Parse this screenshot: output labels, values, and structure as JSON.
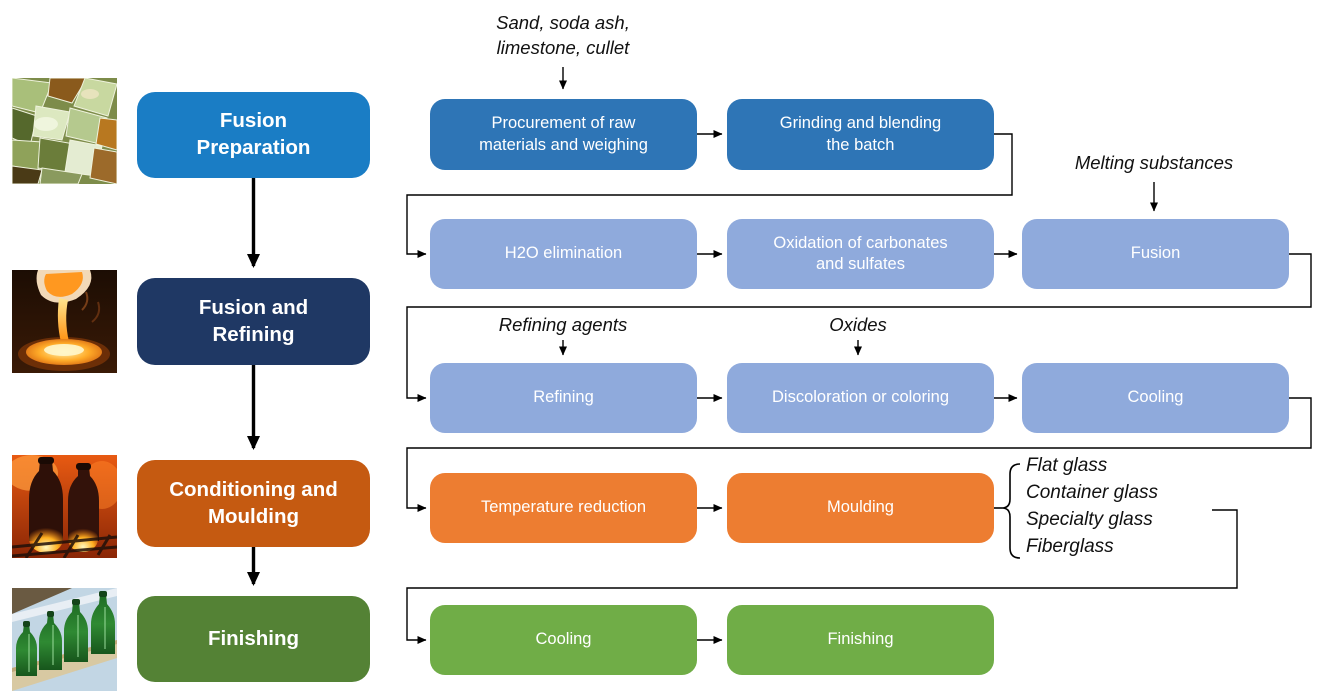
{
  "palette": {
    "stage_blue": "#1a7dc5",
    "stage_navy": "#1f3864",
    "stage_brown_orange": "#c55a11",
    "stage_dark_green": "#548235",
    "process_dark_blue": "#2e75b6",
    "process_light_blue": "#8faadc",
    "process_orange": "#ed7d31",
    "process_green": "#70ad47",
    "connector": "#000000",
    "box_text": "#ffffff",
    "annotation_text": "#111111"
  },
  "stages": {
    "fusion_preparation": "Fusion\nPreparation",
    "fusion_refining": "Fusion and\nRefining",
    "conditioning_moulding": "Conditioning and\nMoulding",
    "finishing": "Finishing"
  },
  "process": {
    "procurement": "Procurement of raw\nmaterials and weighing",
    "grinding": "Grinding and blending\nthe batch",
    "h2o_elimination": "H2O elimination",
    "oxidation": "Oxidation of carbonates\nand sulfates",
    "fusion": "Fusion",
    "refining": "Refining",
    "discoloration": "Discoloration or coloring",
    "cooling_1": "Cooling",
    "temperature_reduction": "Temperature reduction",
    "moulding": "Moulding",
    "cooling_2": "Cooling",
    "finishing": "Finishing"
  },
  "annotations": {
    "raw_materials": "Sand, soda ash,\nlimestone, cullet",
    "melting_substances": "Melting substances",
    "refining_agents": "Refining agents",
    "oxides": "Oxides"
  },
  "glass_products": [
    "Flat glass",
    "Container glass",
    "Specialty glass",
    "Fiberglass"
  ],
  "photos": {
    "cullet": "glass-cullet-photo",
    "molten_pour": "molten-glass-pour-photo",
    "glowing_bottles": "glowing-bottles-photo",
    "green_bottles": "green-bottles-photo"
  }
}
